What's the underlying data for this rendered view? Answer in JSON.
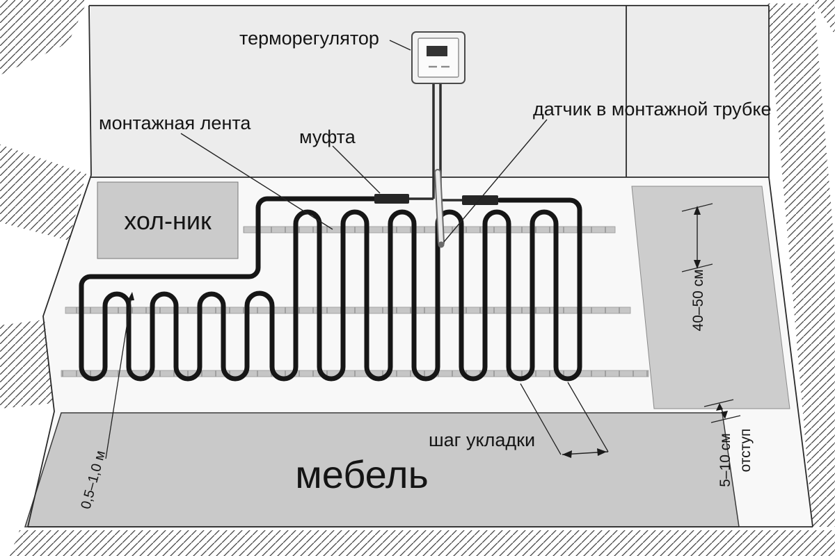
{
  "labels": {
    "thermostat": "терморегулятор",
    "mounting_tape": "монтажная лента",
    "coupling": "муфта",
    "sensor_tube": "датчик в монтажной трубке",
    "fridge": "хол-ник",
    "furniture": "мебель",
    "laying_step": "шаг укладки",
    "dim_row_spacing": "40–50 см",
    "dim_offset_value": "5–10 см",
    "dim_offset_word": "отступ",
    "dim_left": "0,5–1,0 м"
  },
  "colors": {
    "cable": "#161616",
    "wall": "#ececec",
    "floor": "#f8f8f8",
    "furniture": "#c9c9c9",
    "fridge": "#cbcbcb",
    "offset_zone": "#cdcdcd",
    "line": "#222222"
  }
}
